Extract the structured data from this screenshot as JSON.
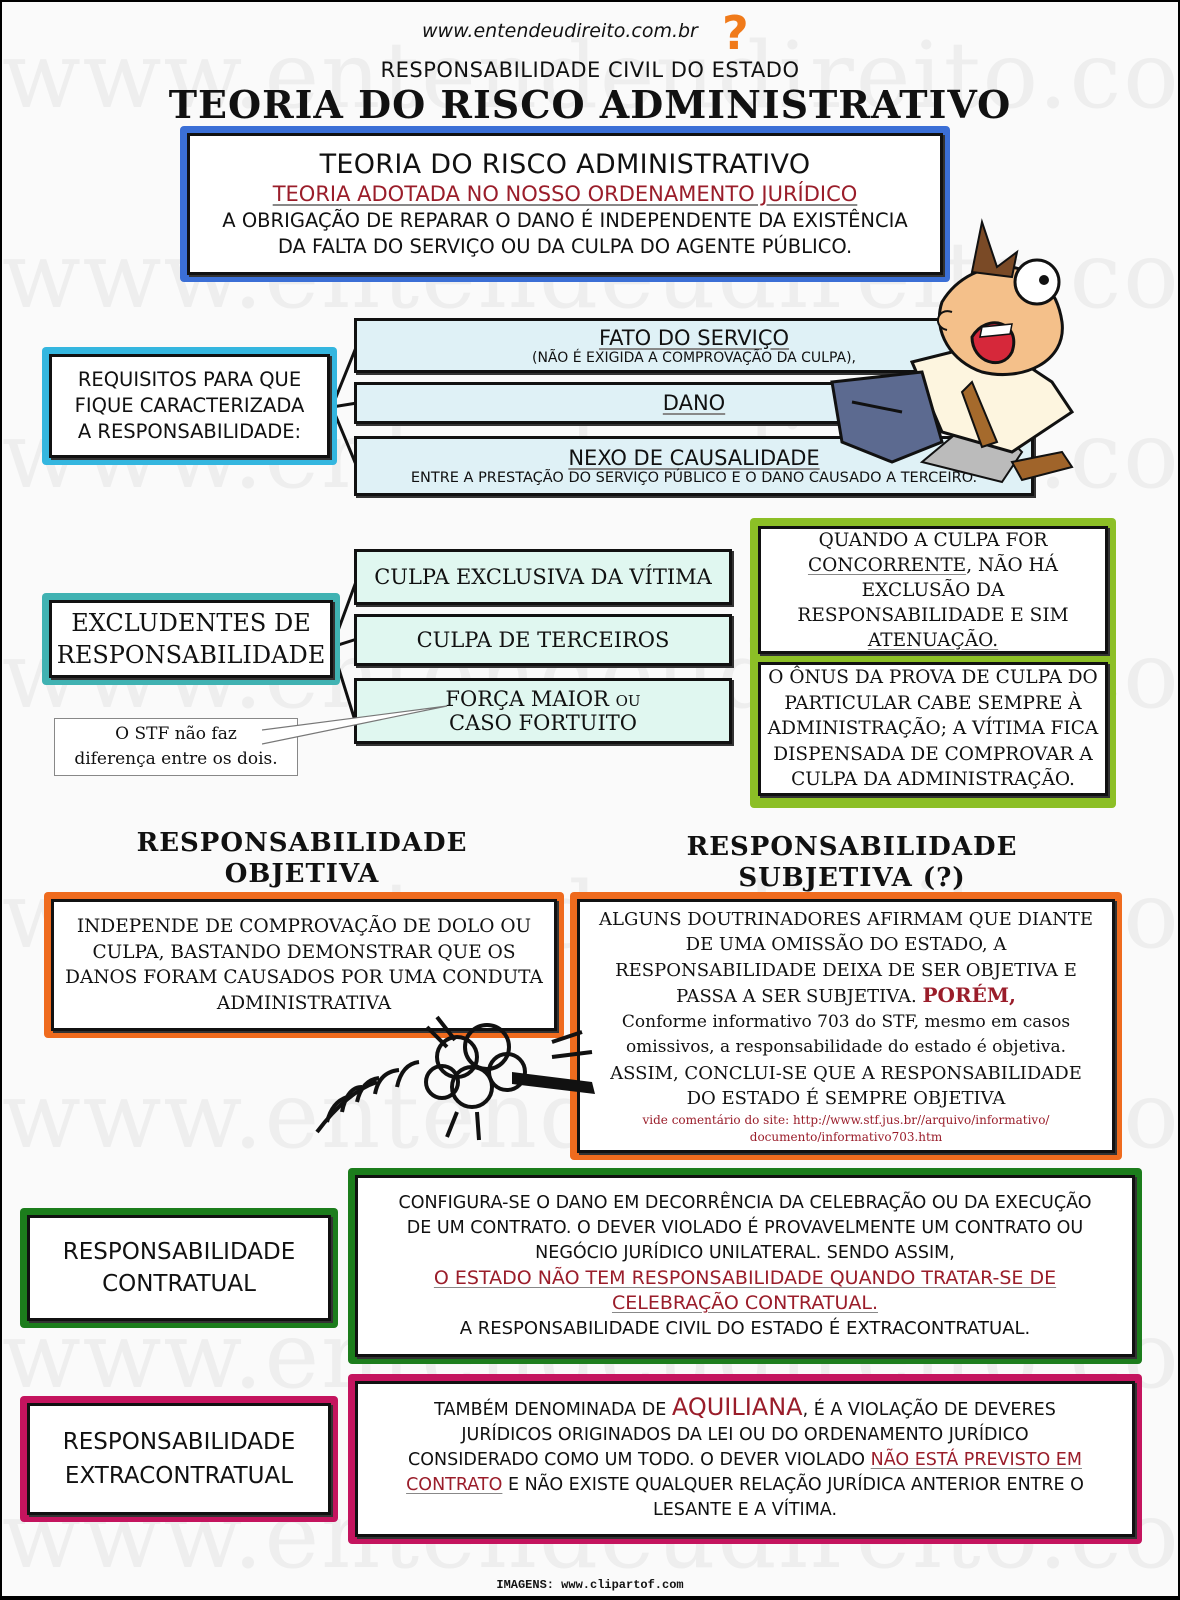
{
  "header": {
    "site": "www.entendeudireito.com.br",
    "site_mark": "?",
    "subtitle": "RESPONSABILIDADE CIVIL DO ESTADO",
    "title": "TEORIA DO RISCO ADMINISTRATIVO"
  },
  "watermark": "www.entendeudireito.com.br",
  "intro_box": {
    "title": "TEORIA DO RISCO ADMINISTRATIVO",
    "highlight": "TEORIA ADOTADA NO NOSSO ORDENAMENTO JURÍDICO",
    "line1": "A OBRIGAÇÃO DE REPARAR O DANO É  INDEPENDENTE DA EXISTÊNCIA",
    "line2": "DA FALTA DO SERVIÇO OU DA CULPA DO AGENTE PÚBLICO."
  },
  "requisitos": {
    "label_lines": [
      "REQUISITOS PARA QUE",
      "FIQUE CARACTERIZADA",
      "A RESPONSABILIDADE:"
    ],
    "items": [
      {
        "title": "FATO DO SERVIÇO",
        "sub": "(NÃO É EXIGIDA A COMPROVAÇÃO DA CULPA),"
      },
      {
        "title": "DANO",
        "sub": ""
      },
      {
        "title": "NEXO DE CAUSALIDADE",
        "sub": "ENTRE A PRESTAÇÃO DO SERVIÇO PÚBLICO E O DANO CAUSADO A TERCEIRO."
      }
    ]
  },
  "excludentes": {
    "label_lines": [
      "EXCLUDENTES DE",
      "RESPONSABILIDADE"
    ],
    "items": [
      {
        "title": "CULPA EXCLUSIVA DA VÍTIMA"
      },
      {
        "title": "CULPA DE TERCEIROS"
      },
      {
        "title_a": "FORÇA MAIOR",
        "title_or": "OU",
        "title_b": "CASO FORTUITO"
      }
    ],
    "callout_lines": [
      "O STF não faz",
      "diferença entre os dois."
    ]
  },
  "side_notes": {
    "concorrente": {
      "l1": "QUANDO A CULPA FOR",
      "l2_u": "CONCORRENTE",
      "l2_rest": ", NÃO HÁ",
      "l3": "EXCLUSÃO DA",
      "l4": "RESPONSABILIDADE E SIM",
      "l5_u": "ATENUAÇÃO."
    },
    "onus_lines": [
      "O ÔNUS DA PROVA DE CULPA DO",
      "PARTICULAR CABE SEMPRE À",
      "ADMINISTRAÇÃO; A VÍTIMA FICA",
      "DISPENSADA DE COMPROVAR A",
      "CULPA DA ADMINISTRAÇÃO."
    ]
  },
  "objetiva": {
    "heading_lines": [
      "RESPONSABILIDADE",
      "OBJETIVA"
    ],
    "text_lines": [
      "INDEPENDE DE COMPROVAÇÃO DE DOLO OU",
      "CULPA, BASTANDO DEMONSTRAR QUE OS",
      "DANOS FORAM CAUSADOS POR UMA CONDUTA",
      "ADMINISTRATIVA"
    ]
  },
  "subjetiva": {
    "heading_lines": [
      "RESPONSABILIDADE",
      "SUBJETIVA (?)"
    ],
    "text_lines": [
      "ALGUNS DOUTRINADORES AFIRMAM QUE DIANTE",
      "DE UMA OMISSÃO DO ESTADO, A",
      "RESPONSABILIDADE DEIXA DE SER OBJETIVA E"
    ],
    "line4": "PASSA A SER SUBJETIVA.",
    "porem": "PORÉM,",
    "mixed_lines": [
      "Conforme informativo 703 do STF, mesmo em casos",
      "omissivos, a responsabilidade do estado é objetiva."
    ],
    "conclusion_lines": [
      "ASSIM, CONCLUI-SE QUE A RESPONSABILIDADE",
      "DO ESTADO É SEMPRE OBJETIVA"
    ],
    "ref_lines": [
      "vide comentário do site: http://www.stf.jus.br//arquivo/informativo/",
      "documento/informativo703.htm"
    ]
  },
  "contratual": {
    "label_lines": [
      "RESPONSABILIDADE",
      "CONTRATUAL"
    ],
    "text_lines": [
      "CONFIGURA-SE O DANO EM DECORRÊNCIA DA CELEBRAÇÃO OU DA EXECUÇÃO",
      "DE UM CONTRATO. O DEVER VIOLADO É PROVAVELMENTE UM CONTRATO OU",
      "NEGÓCIO JURÍDICO UNILATERAL. SENDO ASSIM,"
    ],
    "red_lines": [
      "O ESTADO NÃO TEM RESPONSABILIDADE QUANDO TRATAR-SE DE",
      "CELEBRAÇÃO CONTRATUAL."
    ],
    "final_line": "A RESPONSABILIDADE CIVIL DO ESTADO É EXTRACONTRATUAL."
  },
  "extracontratual": {
    "label_lines": [
      "RESPONSABILIDADE",
      "EXTRACONTRATUAL"
    ],
    "l1_pre": "TAMBÉM DENOMINADA DE ",
    "l1_red": "AQUILIANA",
    "l1_post": ", É A VIOLAÇÃO DE DEVERES",
    "l2": "JURÍDICOS ORIGINADOS DA LEI OU DO ORDENAMENTO JURÍDICO",
    "l3_pre": "CONSIDERADO COMO UM TODO. O DEVER VIOLADO ",
    "l3_red": "NÃO ESTÁ PREVISTO EM",
    "l4_red": "CONTRATO",
    "l4_post": " E NÃO EXISTE QUALQUER RELAÇÃO JURÍDICA ANTERIOR ENTRE O",
    "l5": "LESANTE E A VÍTIMA."
  },
  "footer": {
    "credit": "IMAGENS:  www.clipartof.com"
  },
  "colors": {
    "blue": "#3b6fd6",
    "cyan": "#34b6df",
    "teal": "#40b2b2",
    "lime": "#8cbf26",
    "orange": "#ef6b1e",
    "green": "#1c7d1c",
    "magenta": "#c4145e",
    "red_text": "#9a1d2a"
  }
}
